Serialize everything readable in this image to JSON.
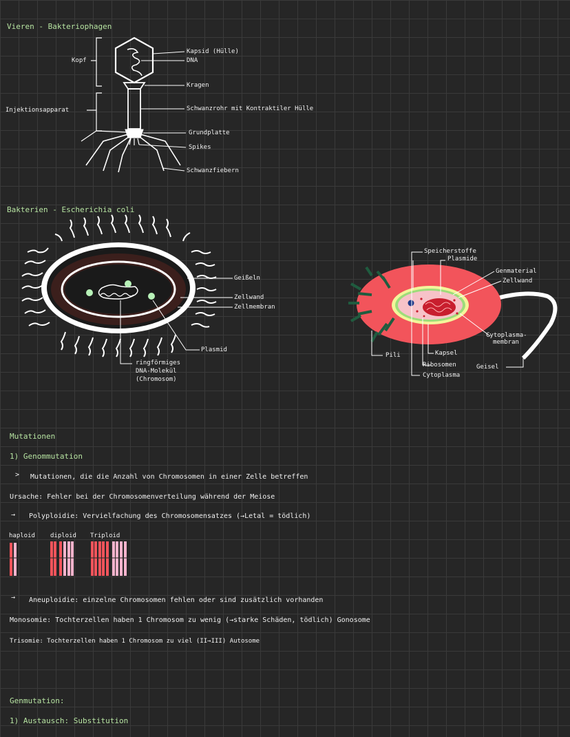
{
  "section1": {
    "title": "Vieren - Bakteriophagen",
    "kopf": "Kopf",
    "injektion": "Injektionsapparat",
    "kapsid": "Kapsid (Hülle)",
    "dna": "DNA",
    "kragen": "Kragen",
    "schwanzrohr": "Schwanzrohr  mit Kontraktiler Hülle",
    "grundplatte": "Grundplatte",
    "spikes": "Spikes",
    "schwanzfiebern": "Schwanzfiebern"
  },
  "section2": {
    "title": "Bakterien - Escherichia  coli",
    "geisseln": "Geißeln",
    "zellwand": "Zellwand",
    "zellmembran": "Zellmembran",
    "plasmid": "Plasmid",
    "chromosom_line1": "ringförmiges",
    "chromosom_line2": "DNA-Molekül",
    "chromosom_line3": "(Chromosom)",
    "speicherstoffe": "Speicherstoffe",
    "plasmide": "Plasmide",
    "genmaterial": "Genmaterial",
    "zellwand2": "Zellwand",
    "cyto_mem1": "Cytoplasma-",
    "cyto_mem2": "membran",
    "pili": "Pili",
    "kapsel": "Kapsel",
    "ribosomen": "Ribosomen",
    "cytoplasma": "Cytoplasma",
    "geisel": "Geisel"
  },
  "section3": {
    "title": "Mutationen",
    "sub1": "1) Genommutation",
    "bullet": ">",
    "def": "Mutationen, die die Anzahl von  Chromosomen  in  einer Zelle  betreffen",
    "ursache": "Ursache: Fehler bei der  Chromosomenverteilung  während der  Meiose",
    "arrow": "→",
    "polyploidie": "Polyploidie: Vervielfachung des Chromosomensatzes (→Letal = tödlich)",
    "haploid": "haploid",
    "diploid": "diploid",
    "triploid": "Triploid",
    "aneuploidie": "Aneuploidie: einzelne Chromosomen fehlen oder sind zusätzlich vorhanden",
    "monosomie": "Monosomie: Tochterzellen haben 1 Chromosom  zu wenig (→starke Schäden, tödlich) Gonosome",
    "trisomie": "Trisomie: Tochterzellen haben  1 Chromosom zu viel  (II→III)  Autosome"
  },
  "section4": {
    "title": "Genmutation:",
    "sub1": "1) Austausch: Substitution"
  },
  "colors": {
    "heading": "#b6e3a1",
    "bacteria_red": "#f2545b",
    "pink": "#f4a6c6",
    "chrom_pink_light": "#f5b3cc",
    "green_pili": "#1f5c3f",
    "membrane_yellow": "#f3f59a"
  }
}
